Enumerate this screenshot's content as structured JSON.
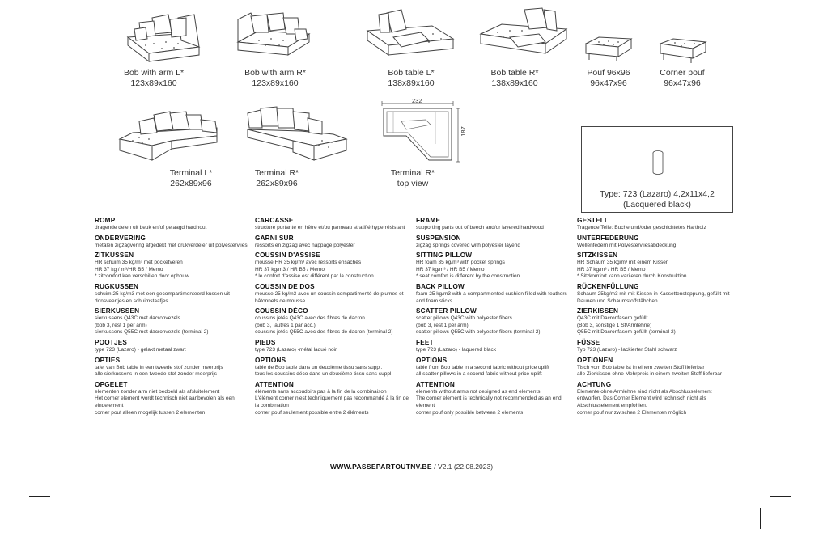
{
  "products": [
    {
      "name": "Bob with arm L*",
      "dims": "123x89x160"
    },
    {
      "name": "Bob with arm R*",
      "dims": "123x89x160"
    },
    {
      "name": "Bob table L*",
      "dims": "138x89x160"
    },
    {
      "name": "Bob table R*",
      "dims": "138x89x160"
    },
    {
      "name": "Pouf 96x96",
      "dims": "96x47x96"
    },
    {
      "name": "Corner pouf",
      "dims": "96x47x96"
    },
    {
      "name": "Terminal L*",
      "dims": "262x89x96"
    },
    {
      "name": "Terminal R*",
      "dims": "262x89x96"
    },
    {
      "name": "Terminal R*",
      "dims": "top view"
    }
  ],
  "topview": {
    "width_label": "232",
    "depth_label": "187"
  },
  "foot": {
    "line1": "Type: 723 (Lazaro) 4,2x11x4,2",
    "line2": "(Lacquered black)"
  },
  "columns": [
    [
      {
        "title": "ROMP",
        "text": "dragende delen uit beuk en/of gelaagd hardhout"
      },
      {
        "title": "ONDERVERING",
        "text": "metalen zigzagvering afgedekt met drukverdeler uit polyestervlies"
      },
      {
        "title": "ZITKUSSEN",
        "text": "HR schuim 35 kg/m³ met pocketveren\nHR 37 kg / m³/HR  B5 / Memo\n* zitcomfort kan verschillen door opbouw"
      },
      {
        "title": "RUGKUSSEN",
        "text": "schuim 25 kg/m3 met een gecompartimenteerd kussen uit donsveertjes en schuimstaafjes"
      },
      {
        "title": "SIERKUSSEN",
        "text": "sierkussens Q43C met dacronvezels\n(bob 3, rest 1 per arm)\nsierkussens Q55C met dacronvezels (terminal 2)"
      },
      {
        "title": "POOTJES",
        "text": "type 723 (Lazaro) - gelakt metaal zwart"
      },
      {
        "title": "OPTIES",
        "text": "tafel van Bob table in een tweede stof zonder meerprijs\nalle sierkussens in een tweede stof zonder meerprijs"
      },
      {
        "title": "OPGELET",
        "text": "elementen zonder arm niet bedoeld als afsluitelement\nHet corner element wordt technisch niet aanbevolen als een eindelement\ncorner pouf alleen mogelijk tussen 2 elementen"
      }
    ],
    [
      {
        "title": "CARCASSE",
        "text": "structure portante en hêtre et/ou panneau stratifié hyperrésistant"
      },
      {
        "title": "GARNI SUR",
        "text": "ressorts en zigzag avec nappage polyester"
      },
      {
        "title": "COUSSIN D'ASSISE",
        "text": "mousse HR 35 kg/m³ avec ressorts ensachés\nHR 37 kg/m3 / HR B5 / Memo\n* le confort d'assise est différent par la construction"
      },
      {
        "title": "COUSSIN DE DOS",
        "text": "mousse 25 kg/m3 avec un coussin compartimenté de plumes et bâtonnets de mousse"
      },
      {
        "title": "COUSSIN DÉCO",
        "text": "coussins jetés Q43C avec des fibres de dacron\n(bob 3, `autres 1 par acc.)\ncoussins jetés Q55C avec des fibres de dacron (terminal 2)"
      },
      {
        "title": "PIEDS",
        "text": "type 723 (Lazaro) -métal laqué noir"
      },
      {
        "title": "OPTIONS",
        "text": "table de Bob table dans un deuxième tissu sans suppl.\ntous les coussins déco dans un deuxième tissu sans suppl."
      },
      {
        "title": "ATTENTION",
        "text": "éléments sans accoudoirs pas à la fin de la combinaison\nL'élément corner n'est techniquement pas recommandé à la fin de la combination\ncorner pouf seulement possible entre 2 éléments"
      }
    ],
    [
      {
        "title": "FRAME",
        "text": "supporting parts out of beech and/or layered hardwood"
      },
      {
        "title": "SUSPENSION",
        "text": "zigzag springs covered with polyester layerid"
      },
      {
        "title": "SITTING PILLOW",
        "text": "HR foam 35 kg/m³ with pocket springs\nHR 37 kg/m³ / HR B5 / Memo\n* seat comfort is different by the construction"
      },
      {
        "title": "BACK PILLOW",
        "text": "foam 25 kg/m3 with a compartmented cushion filled with feathers and foam sticks"
      },
      {
        "title": "SCATTER PILLOW",
        "text": "scatter pillows Q43C with polyester fibers\n(bob 3, rest 1 per arm)\nscatter pillows Q55C with polyester fibers (terminal 2)"
      },
      {
        "title": "FEET",
        "text": "type 723 (Lazaro) - laquered black"
      },
      {
        "title": "OPTIONS",
        "text": "table from Bob table in a second fabric without price uplift\nall scatter pillows in a second fabric without price uplift"
      },
      {
        "title": "ATTENTION",
        "text": "elements without arms not designed as end elements\nThe corner element is technically not recommended as an end element\ncorner pouf only possible between 2 elements"
      }
    ],
    [
      {
        "title": "GESTELL",
        "text": "Tragende Teile: Buche und/oder geschichtetes Hartholz"
      },
      {
        "title": "UNTERFEDERUNG",
        "text": "Wellenfedern mit Polyestervliesabdeckung"
      },
      {
        "title": "SITZKISSEN",
        "text": "HR Schaum 35 kg/m³ mit einem Kissen\nHR 37 kg/m³ / HR B5 / Memo\n* Sitzkomfort kann variieren durch Konstruktion"
      },
      {
        "title": "RÜCKENFÜLLUNG",
        "text": "Schaum 25kg/m3 mit mit Kissen in Kassettensteppung, gefüllt mit Daunen und Schaumstoffstäbchen"
      },
      {
        "title": "ZIERKISSEN",
        "text": "Q43C mit Dacronfasern gefüllt\n(Bob 3, sonstige 1 St/Armlehne)\nQ55C mit Dacronfasem gefüllt (terminal 2)"
      },
      {
        "title": "FÜSSE",
        "text": "Typ 723 (Lazaro) - lackierter Stahl schwarz"
      },
      {
        "title": "OPTIONEN",
        "text": "Tisch vom Bob table ist in einem zweiten Stoff lieferbar\nalle Zierkissen ohne Mehrpreis in einem zweiten Stoff lieferbar"
      },
      {
        "title": "ACHTUNG",
        "text": "Elemente ohne Armlehne sind nicht als Abschlusselement entworfen. Das Corner Element wird technisch nicht als Abschlusselement empfohlen.\ncorner pouf nur zwischen 2 Elementen möglich"
      }
    ]
  ],
  "footer": {
    "url": "WWW.PASSEPARTOUTNV.BE",
    "version": " / V2.1 (22.08.2023)"
  }
}
